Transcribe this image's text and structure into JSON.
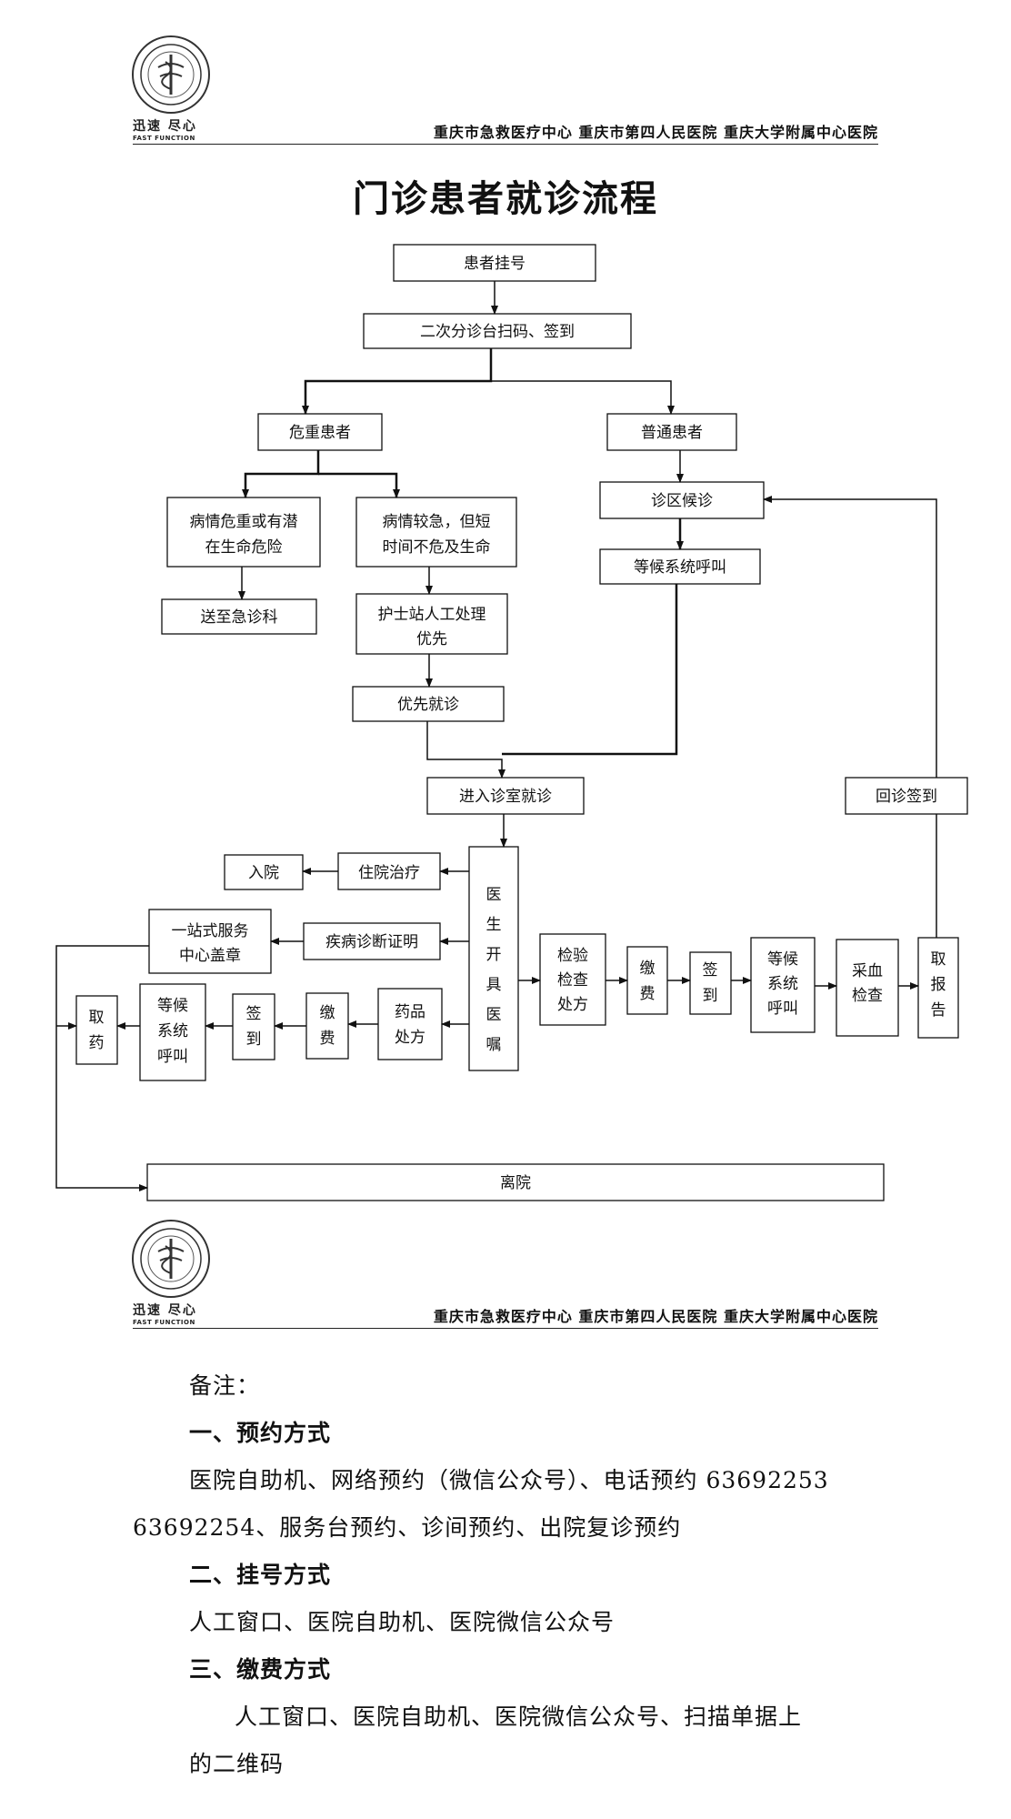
{
  "header": {
    "logo_cap_cn": "迅速  尽心",
    "logo_cap_en": "FAST     FUNCTION",
    "hospitals": "重庆市急救医疗中心  重庆市第四人民医院  重庆大学附属中心医院"
  },
  "title": "门诊患者就诊流程",
  "flow": {
    "register": "患者挂号",
    "triage": "二次分诊台扫码、签到",
    "critical": "危重患者",
    "normal": "普通患者",
    "severe": [
      "病情危重或有潜",
      "在生命危险"
    ],
    "urgent": [
      "病情较急，但短",
      "时间不危及生命"
    ],
    "to_er": "送至急诊科",
    "nurse": [
      "护士站人工处理",
      "优先"
    ],
    "priority": "优先就诊",
    "wait_area": "诊区候诊",
    "wait_call": "等候系统呼叫",
    "enter_room": "进入诊室就诊",
    "revisit": "回诊签到",
    "doctor": [
      "医",
      "生",
      "开",
      "具",
      "医",
      "嘱"
    ],
    "inpatient": "住院治疗",
    "admit": "入院",
    "certificate": "疾病诊断证明",
    "stamp": [
      "一站式服务",
      "中心盖章"
    ],
    "drug_rx": [
      "药品",
      "处方"
    ],
    "pay1": [
      "缴",
      "费"
    ],
    "sign1": [
      "签",
      "到"
    ],
    "wait_call_v": [
      "等候",
      "系统",
      "呼叫"
    ],
    "take_drug": [
      "取",
      "药"
    ],
    "exam_rx": [
      "检验",
      "检查",
      "处方"
    ],
    "pay2": [
      "缴",
      "费"
    ],
    "sign2": [
      "签",
      "到"
    ],
    "wait_call_v2": [
      "等候",
      "系统",
      "呼叫"
    ],
    "blood": [
      "采血",
      "检查"
    ],
    "report": [
      "取",
      "报",
      "告"
    ],
    "leave": "离院"
  },
  "notes": {
    "remark": "备注：",
    "s1_title": "一、预约方式",
    "s1_line1": "医院自助机、网络预约（微信公众号）、电话预约 63692253",
    "s1_line2": "63692254、服务台预约、诊间预约、出院复诊预约",
    "s2_title": "二、挂号方式",
    "s2_body": "人工窗口、医院自助机、医院微信公众号",
    "s3_title": "三、缴费方式",
    "s3_line1": "人工窗口、医院自助机、医院微信公众号、扫描单据上",
    "s3_line2": "的二维码"
  }
}
